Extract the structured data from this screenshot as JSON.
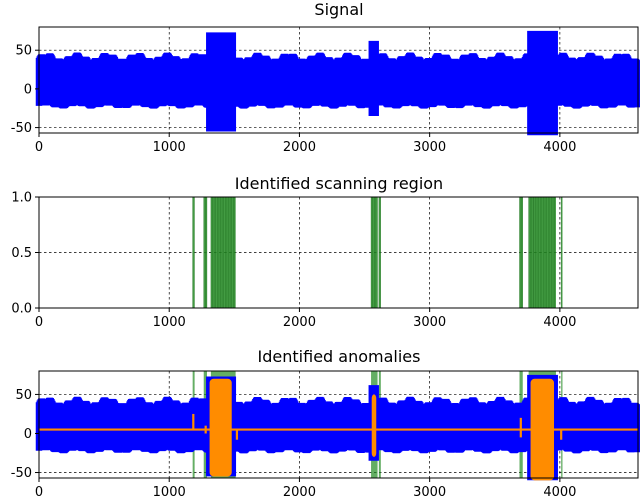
{
  "colors": {
    "signal": "#0000ff",
    "region": "#228b22",
    "anomaly": "#ff8c00"
  },
  "chart_data": [
    {
      "type": "line",
      "title": "Signal",
      "xlim": [
        0,
        4600
      ],
      "ylim": [
        -57,
        80
      ],
      "x_ticks": [
        0,
        1000,
        2000,
        3000,
        4000
      ],
      "y_ticks": [
        -50,
        0,
        50
      ],
      "grid": true,
      "series": [
        {
          "kind": "oscillating-band",
          "color": "#0000ff",
          "baseline_range": [
            -22,
            40
          ],
          "bursts": [
            {
              "x": [
                1305,
                1490
              ],
              "range": [
                -55,
                73
              ]
            },
            {
              "x": [
                3770,
                3960
              ],
              "range": [
                -60,
                75
              ]
            }
          ],
          "spikes": [
            {
              "x": 2570,
              "range": [
                -35,
                62
              ]
            }
          ]
        }
      ]
    },
    {
      "type": "bar",
      "title": "Identified scanning region",
      "xlim": [
        0,
        4600
      ],
      "ylim": [
        0,
        1
      ],
      "x_ticks": [
        0,
        1000,
        2000,
        3000,
        4000
      ],
      "y_ticks": [
        0.0,
        0.5,
        1.0
      ],
      "grid": true,
      "regions": [
        {
          "x": [
            1180,
            1195
          ],
          "value": 1
        },
        {
          "x": [
            1265,
            1290
          ],
          "value": 1
        },
        {
          "x": [
            1320,
            1510
          ],
          "value": 1
        },
        {
          "x": [
            2550,
            2600
          ],
          "value": 1
        },
        {
          "x": [
            2610,
            2625
          ],
          "value": 1
        },
        {
          "x": [
            3690,
            3715
          ],
          "value": 1
        },
        {
          "x": [
            3760,
            3800
          ],
          "value": 1
        },
        {
          "x": [
            3800,
            3970
          ],
          "value": 1
        },
        {
          "x": [
            4010,
            4020
          ],
          "value": 1
        }
      ]
    },
    {
      "type": "line",
      "title": "Identified anomalies",
      "xlim": [
        0,
        4600
      ],
      "ylim": [
        -57,
        80
      ],
      "x_ticks": [
        0,
        1000,
        2000,
        3000,
        4000
      ],
      "y_ticks": [
        -50,
        0,
        50
      ],
      "grid": true,
      "series": [
        {
          "kind": "oscillating-band",
          "color": "#0000ff",
          "baseline_range": [
            -22,
            40
          ],
          "bursts": [
            {
              "x": [
                1305,
                1490
              ],
              "range": [
                -55,
                73
              ]
            },
            {
              "x": [
                3770,
                3960
              ],
              "range": [
                -60,
                75
              ]
            }
          ],
          "spikes": [
            {
              "x": 2570,
              "range": [
                -35,
                62
              ]
            }
          ]
        },
        {
          "kind": "anomaly",
          "color": "#ff8c00",
          "baseline": 5,
          "bursts": [
            {
              "x": [
                1310,
                1480
              ],
              "range": [
                -55,
                70
              ]
            },
            {
              "x": [
                3775,
                3955
              ],
              "range": [
                -60,
                70
              ]
            },
            {
              "x": [
                2555,
                2590
              ],
              "range": [
                -30,
                50
              ]
            }
          ],
          "spikes": [
            {
              "x": 1185,
              "range": [
                5,
                25
              ]
            },
            {
              "x": 1280,
              "range": [
                0,
                10
              ]
            },
            {
              "x": 1520,
              "range": [
                -8,
                5
              ]
            },
            {
              "x": 3700,
              "range": [
                -5,
                20
              ]
            },
            {
              "x": 4010,
              "range": [
                -8,
                5
              ]
            }
          ]
        }
      ],
      "regions": [
        {
          "x": [
            1180,
            1195
          ]
        },
        {
          "x": [
            1265,
            1290
          ]
        },
        {
          "x": [
            1320,
            1510
          ]
        },
        {
          "x": [
            2550,
            2600
          ]
        },
        {
          "x": [
            2610,
            2625
          ]
        },
        {
          "x": [
            3690,
            3715
          ]
        },
        {
          "x": [
            3760,
            3970
          ]
        },
        {
          "x": [
            4010,
            4020
          ]
        }
      ]
    }
  ]
}
